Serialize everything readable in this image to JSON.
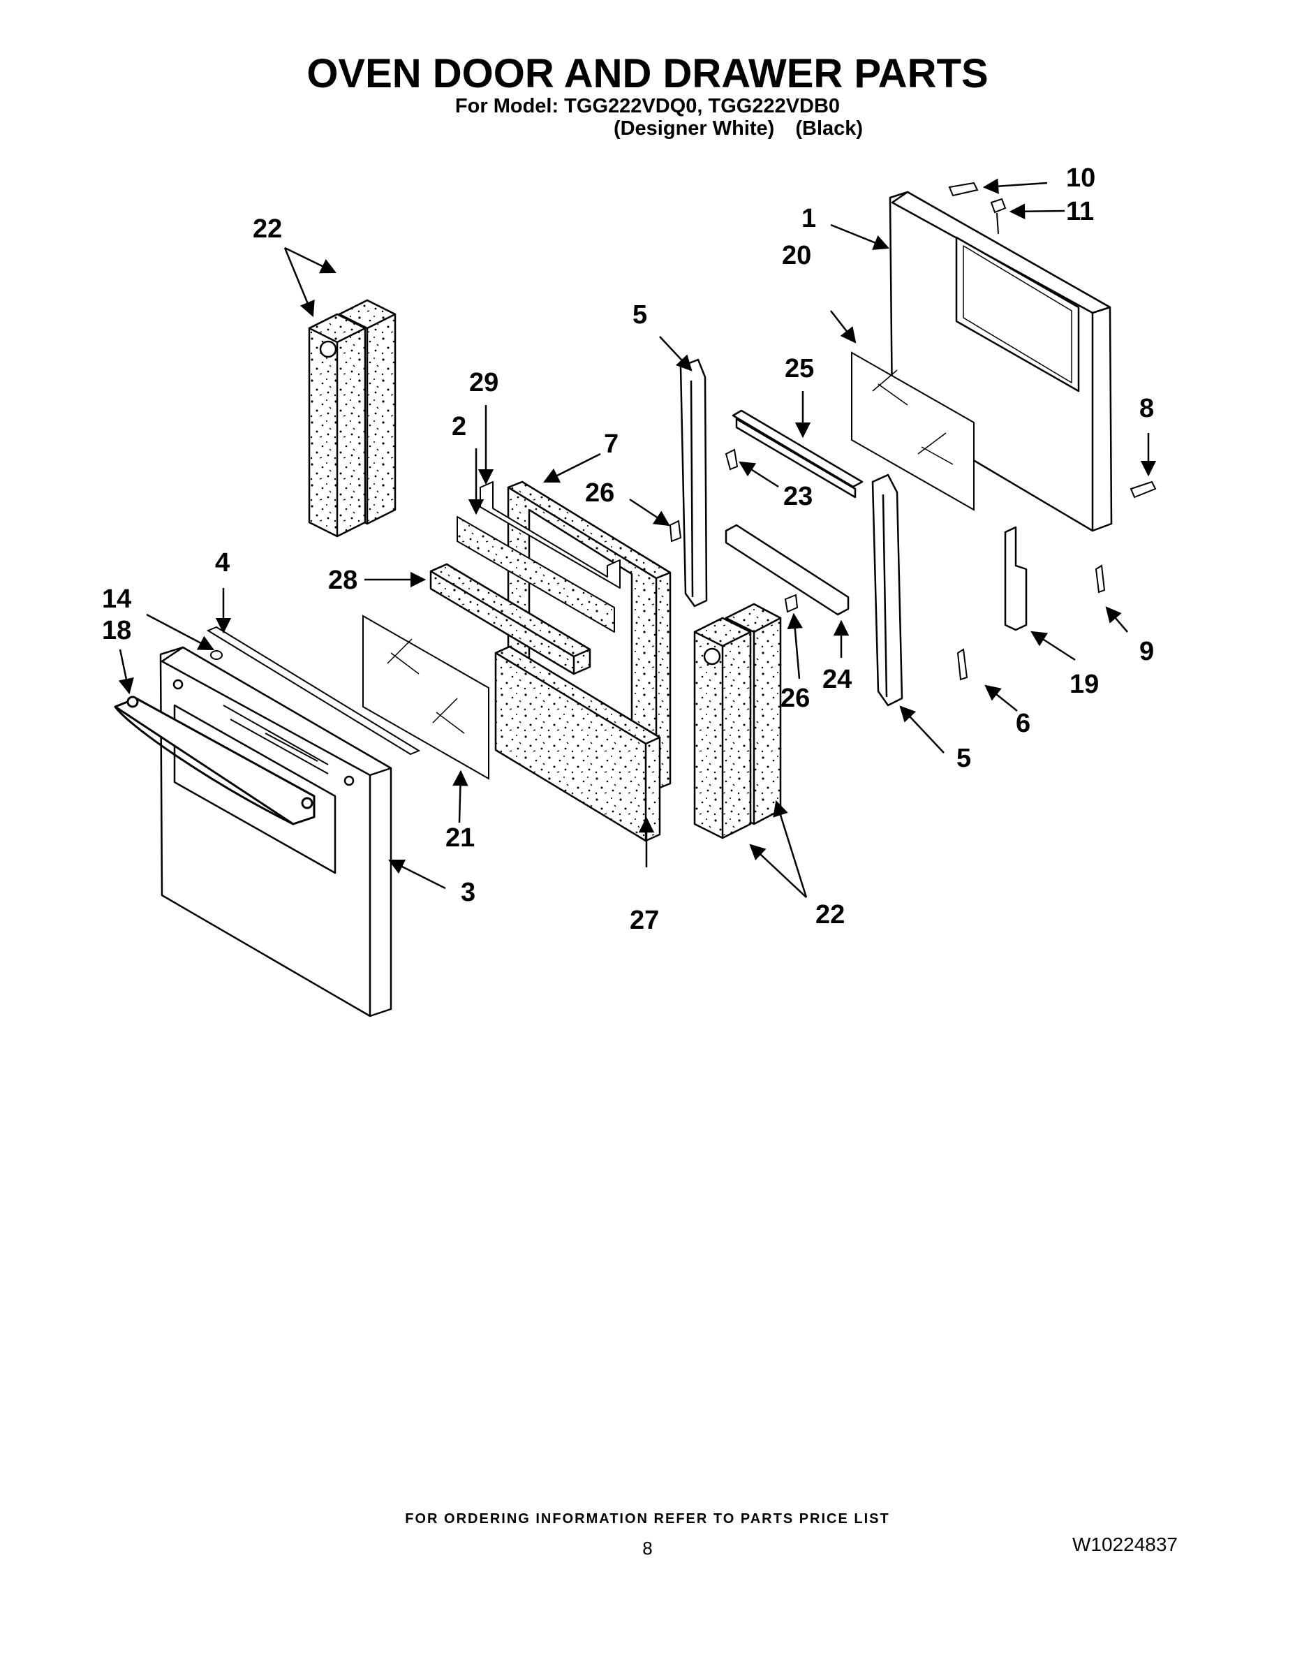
{
  "header": {
    "title": "OVEN DOOR AND DRAWER PARTS",
    "model_line": "For Model: TGG222VDQ0, TGG222VDB0",
    "color_1": "(Designer White)",
    "color_2": "(Black)"
  },
  "callouts": {
    "c1": "1",
    "c2": "2",
    "c3": "3",
    "c4": "4",
    "c5a": "5",
    "c5b": "5",
    "c6": "6",
    "c7": "7",
    "c8": "8",
    "c9": "9",
    "c10": "10",
    "c11": "11",
    "c14": "14",
    "c18": "18",
    "c19": "19",
    "c20": "20",
    "c21": "21",
    "c22a": "22",
    "c22b": "22",
    "c23": "23",
    "c24": "24",
    "c25": "25",
    "c26a": "26",
    "c26b": "26",
    "c27": "27",
    "c28": "28",
    "c29": "29"
  },
  "footer": {
    "ordering_note": "FOR ORDERING INFORMATION REFER TO PARTS PRICE LIST",
    "page_number": "8",
    "document_number": "W10224837"
  }
}
